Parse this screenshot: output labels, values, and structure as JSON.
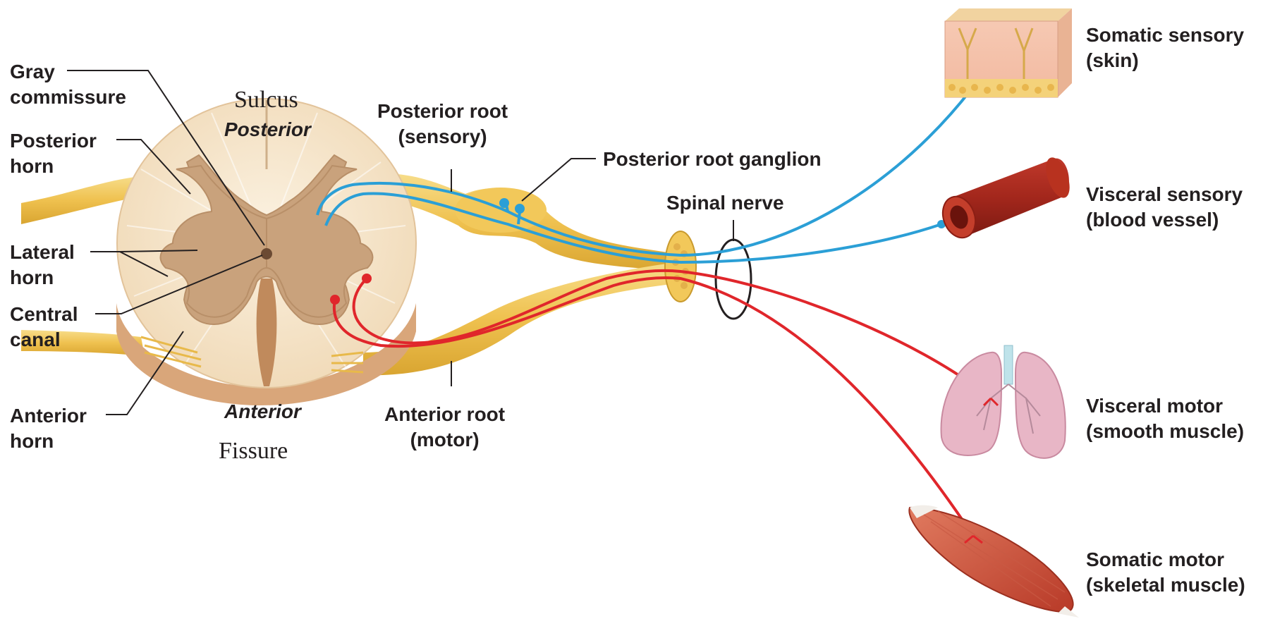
{
  "labels": {
    "gray_commissure": [
      "Gray",
      "commissure"
    ],
    "posterior_horn": [
      "Posterior",
      "horn"
    ],
    "lateral_horn": [
      "Lateral",
      "horn"
    ],
    "central_canal": [
      "Central",
      "canal"
    ],
    "anterior_horn": [
      "Anterior",
      "horn"
    ],
    "sulcus": "Sulcus",
    "posterior": "Posterior",
    "anterior": "Anterior",
    "fissure": "Fissure",
    "posterior_root": [
      "Posterior root",
      "(sensory)"
    ],
    "posterior_root_ganglion": "Posterior root ganglion",
    "spinal_nerve": "Spinal nerve",
    "anterior_root": [
      "Anterior root",
      "(motor)"
    ],
    "somatic_sensory": [
      "Somatic sensory",
      "(skin)"
    ],
    "visceral_sensory": [
      "Visceral sensory",
      "(blood vessel)"
    ],
    "visceral_motor": [
      "Visceral motor",
      "(smooth muscle)"
    ],
    "somatic_motor": [
      "Somatic motor",
      "(skeletal muscle)"
    ]
  },
  "colors": {
    "sensory_fiber": "#2b9fd6",
    "motor_fiber": "#e0262b",
    "nerve_root": "#f0c75a",
    "gray_matter": "#c9a27c",
    "white_matter": "#f6e7cf",
    "label_text": "#231f20"
  }
}
